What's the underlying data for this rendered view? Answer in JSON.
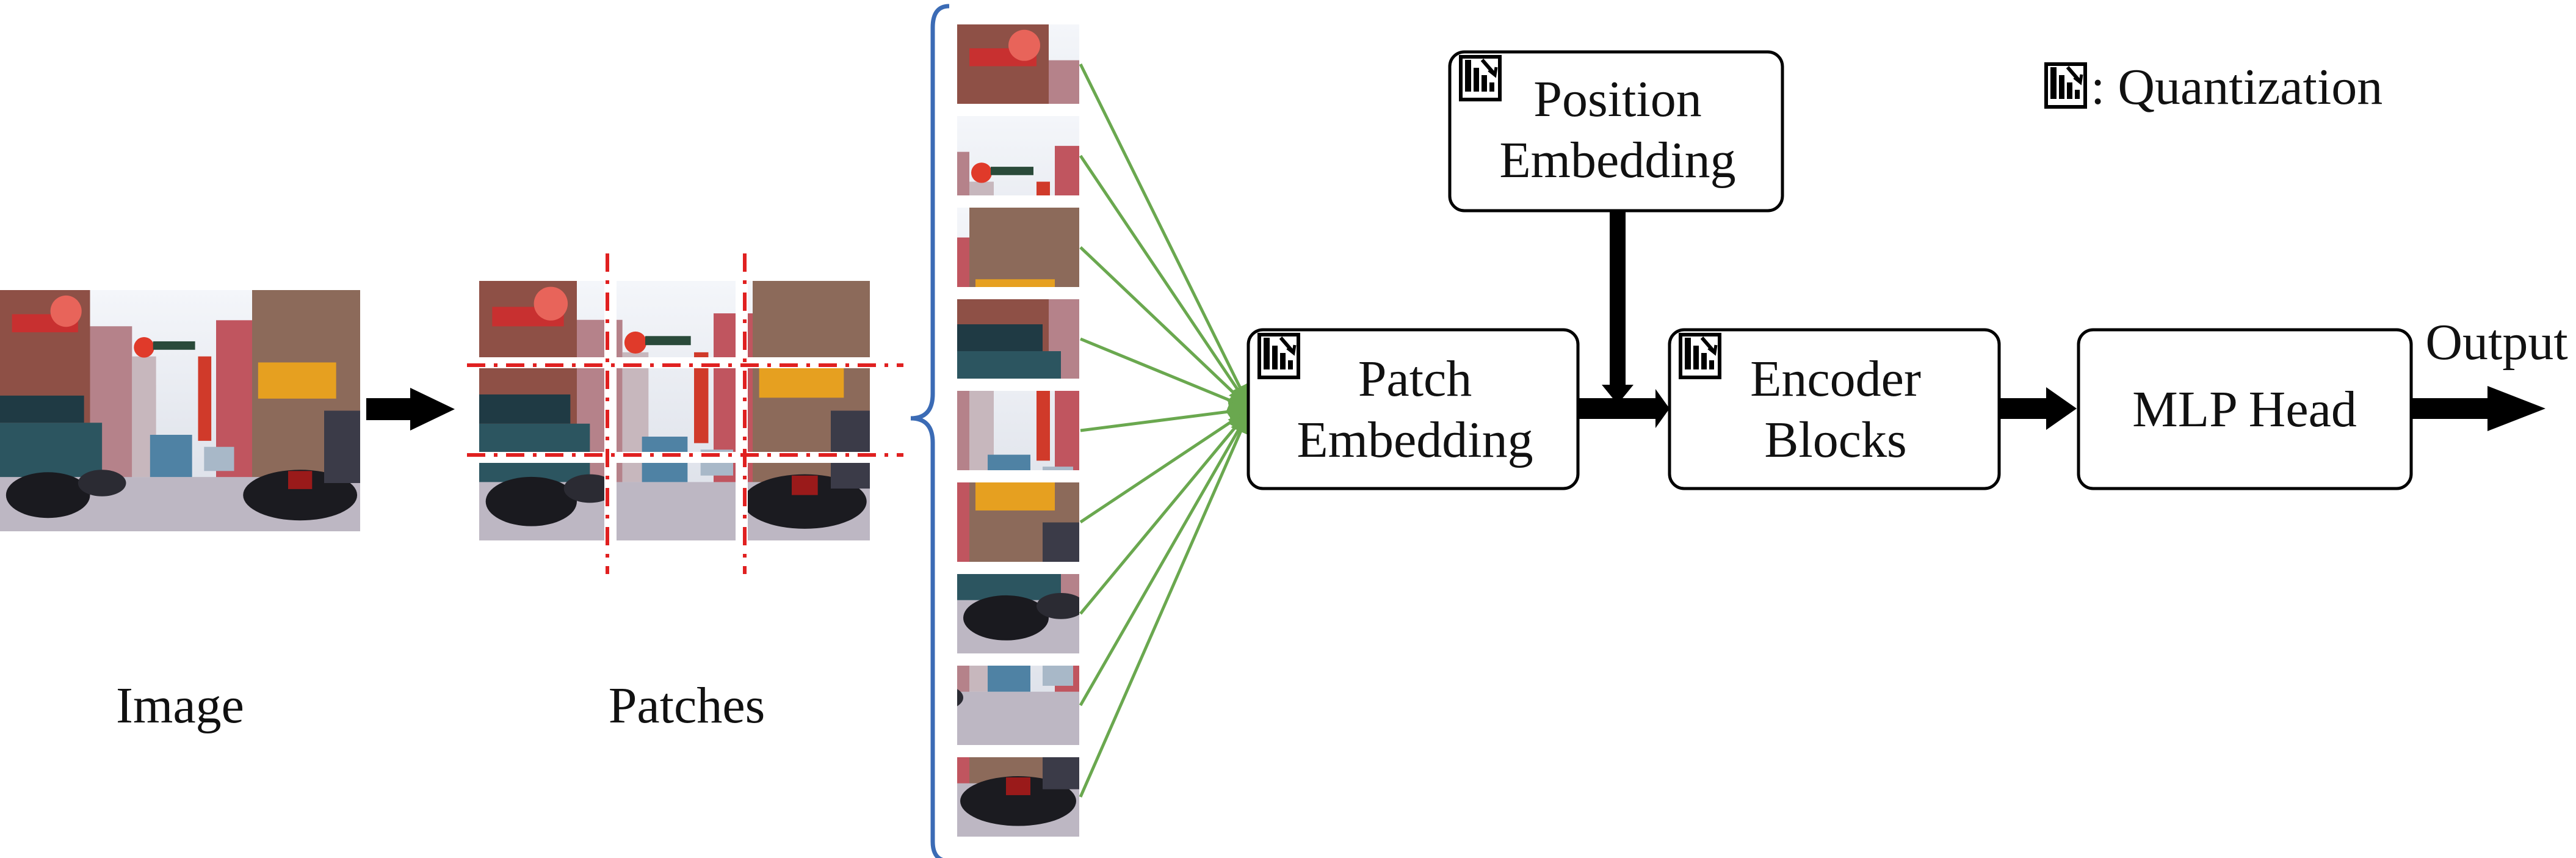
{
  "labels": {
    "image": "Image",
    "patches": "Patches",
    "output": "Output",
    "legend_text": ": Quantization"
  },
  "boxes": {
    "position_line1": "Position",
    "position_line2": "Embedding",
    "patch_line1": "Patch",
    "patch_line2": "Embedding",
    "encoder_line1": "Encoder",
    "encoder_line2": "Blocks",
    "mlp": "MLP Head"
  },
  "icons": {
    "quantization": "quantization-icon"
  },
  "colors": {
    "connector_lines": "#6aa84f",
    "patch_grid": "#e02020",
    "brace": "#3b6bb5",
    "arrows": "#000000"
  },
  "patch_grid": {
    "rows": 3,
    "cols": 3,
    "flattened_count": 9
  }
}
